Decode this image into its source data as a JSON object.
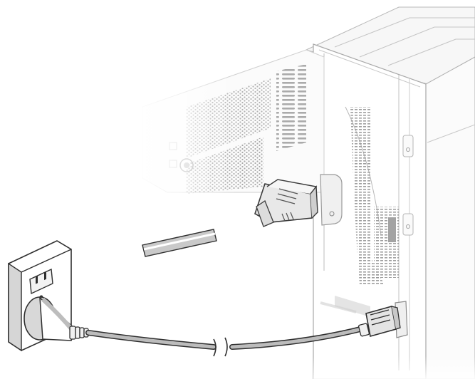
{
  "figure": {
    "subject": "printer-power-cord-connection",
    "text_labels": [],
    "colors": {
      "line": "#3a3a3a",
      "light_line": "#9a9a9a",
      "very_light_line": "#c8c8c8",
      "fill_white": "#ffffff",
      "fill_light_gray": "#efefef",
      "fill_mid_gray": "#d6d6d6",
      "fill_dark_gray": "#8f8f8f"
    },
    "parts": [
      "printer-body",
      "rear-vent-grille",
      "power-inlet-plug",
      "detached-cord-segment",
      "wall-outlet",
      "wall-plug",
      "power-cord",
      "printer-side-inlet"
    ]
  }
}
